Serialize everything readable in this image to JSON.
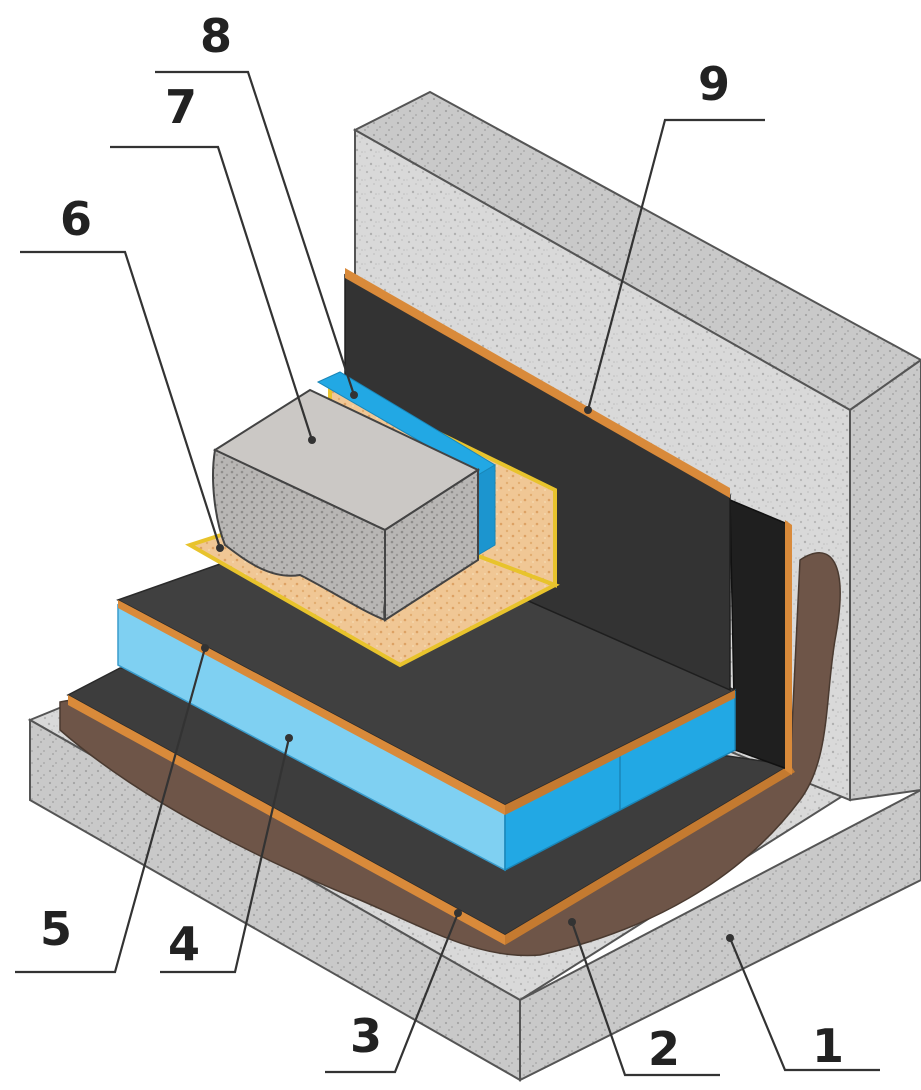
{
  "callouts": [
    {
      "id": "1",
      "label": "1"
    },
    {
      "id": "2",
      "label": "2"
    },
    {
      "id": "3",
      "label": "3"
    },
    {
      "id": "4",
      "label": "4"
    },
    {
      "id": "5",
      "label": "5"
    },
    {
      "id": "6",
      "label": "6"
    },
    {
      "id": "7",
      "label": "7"
    },
    {
      "id": "8",
      "label": "8"
    },
    {
      "id": "9",
      "label": "9"
    }
  ],
  "colors": {
    "concrete": "#d6d6d6",
    "concrete_side": "#c4c4c4",
    "primer": "#6e5548",
    "membrane": "#3a3a3a",
    "membrane_edge": "#d98a3a",
    "insulation": "#7fd0f2",
    "insulation_side": "#22a8e4",
    "geotextile": "#f0c795",
    "geotextile_edge": "#e8c32c",
    "ballast_block": "#c9c6c3"
  }
}
